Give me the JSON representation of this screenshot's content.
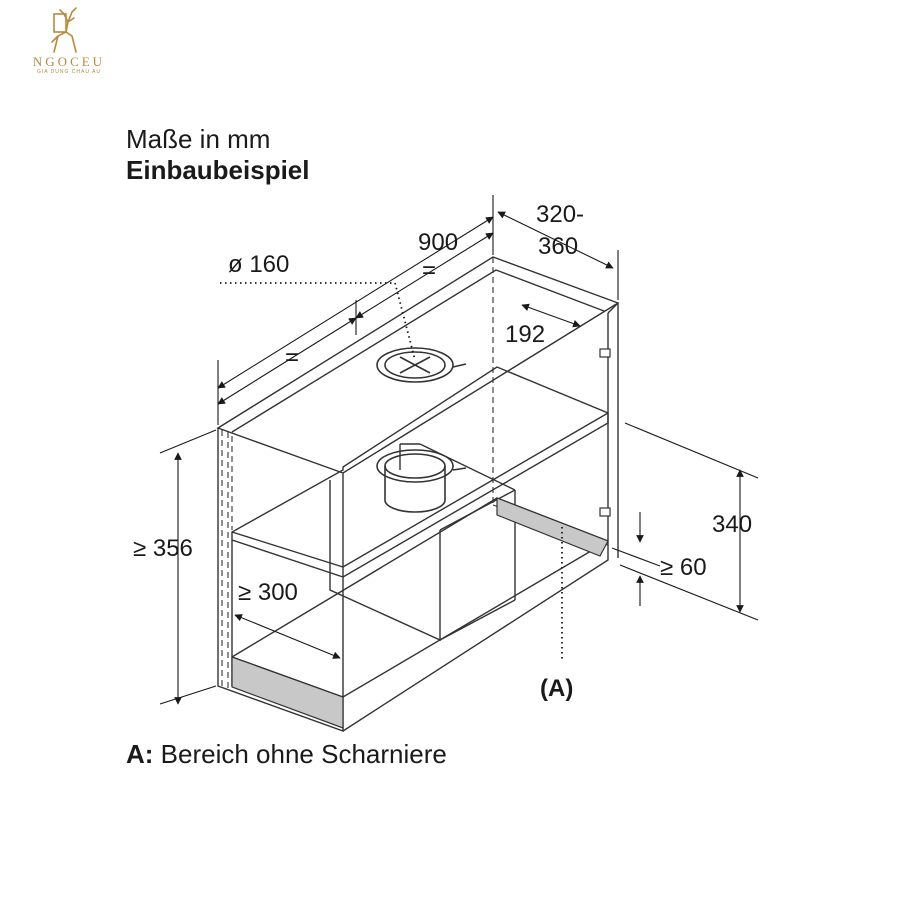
{
  "logo": {
    "wordmark": "NGOCEU",
    "tagline": "GIA DUNG CHAU AU",
    "icon": "deer-icon",
    "color": "#b98a3e"
  },
  "header": {
    "title": "Maße in mm",
    "subtitle": "Einbaubeispiel"
  },
  "dimensions": {
    "width": "900",
    "depth_line1": "320-",
    "depth_line2": "360",
    "duct_diameter": "ø 160",
    "equal_left": "=",
    "equal_right": "=",
    "offset": "192",
    "cabinet_height": "≥ 356",
    "shelf_depth": "≥ 300",
    "hood_height": "340",
    "clearance": "≥ 60"
  },
  "callout": {
    "marker": "(A)"
  },
  "footnote": {
    "key": "A:",
    "text": "Bereich ohne Scharniere"
  },
  "colors": {
    "line": "#333333",
    "hatch": "#c8c8c8",
    "text": "#1a1a1a"
  }
}
